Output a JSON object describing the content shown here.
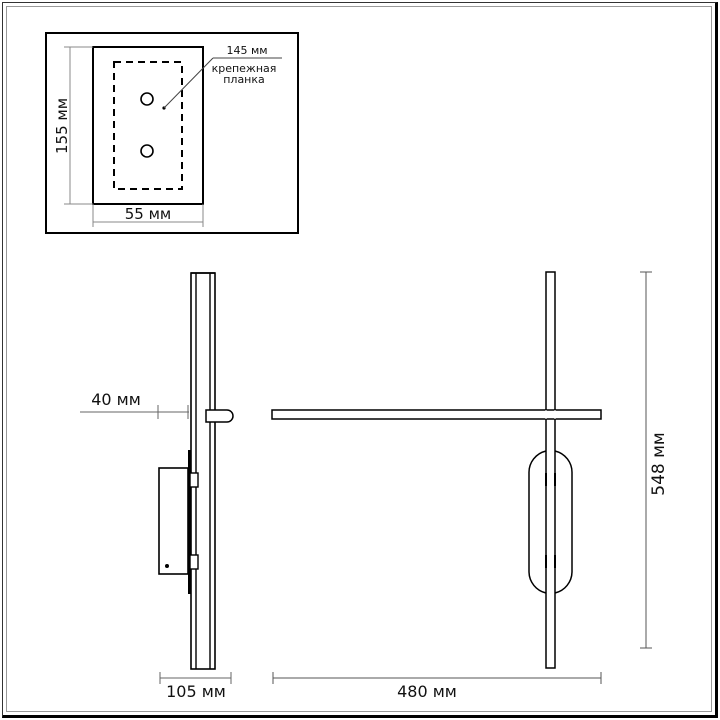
{
  "inset": {
    "width_label": "55 мм",
    "height_label": "155 мм",
    "plate_dim_label": "145 мм",
    "plate_caption_line1": "крепежная",
    "plate_caption_line2": "планка"
  },
  "side_view": {
    "offset_label": "40 мм",
    "depth_label": "105 мм"
  },
  "front_view": {
    "height_label": "548 мм",
    "width_label": "480 мм"
  },
  "colors": {
    "line": "#000000",
    "dimension_line": "#555555",
    "background": "#ffffff"
  }
}
